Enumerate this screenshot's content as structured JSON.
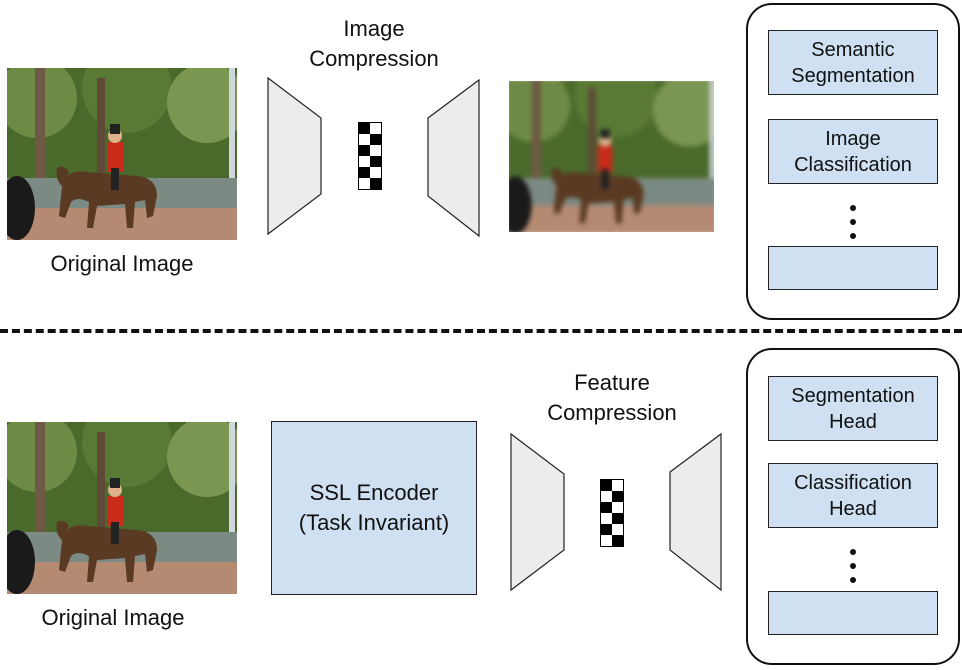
{
  "top_row": {
    "original_caption": "Original Image",
    "stage_label": "Image\nCompression",
    "tasks": [
      {
        "label": "Semantic\nSegmentation"
      },
      {
        "label": "Image\nClassification"
      },
      {
        "label": ""
      }
    ]
  },
  "bottom_row": {
    "original_caption": "Original Image",
    "encoder_label": "SSL Encoder\n(Task Invariant)",
    "stage_label": "Feature\nCompression",
    "tasks": [
      {
        "label": "Segmentation\nHead"
      },
      {
        "label": "Classification\nHead"
      },
      {
        "label": ""
      }
    ]
  },
  "colors": {
    "box_fill": "#cfe0f3",
    "trapezoid_fill": "#ececec",
    "latent_black": "#000000",
    "latent_white": "#ffffff"
  }
}
